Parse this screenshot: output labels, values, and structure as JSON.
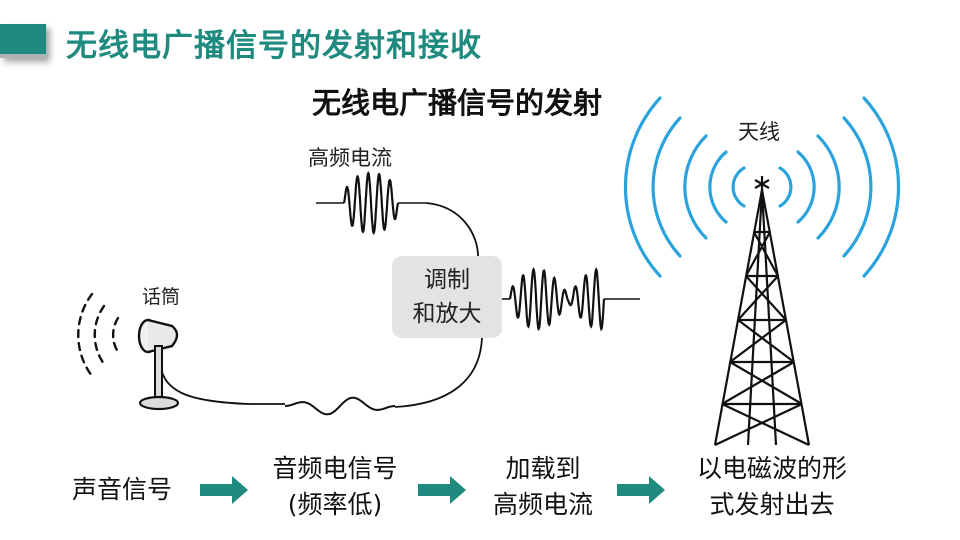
{
  "header": {
    "title": "无线电广播信号的发射和接收",
    "subtitle": "无线电广播信号的发射",
    "accent_color": "#1e8a80"
  },
  "diagram": {
    "hf_label": "高频电流",
    "mic_label": "话筒",
    "antenna_label": "天线",
    "modulation_box": {
      "line1": "调制",
      "line2": "和放大"
    },
    "wave_color": "#2aa3dd",
    "icons": [
      "microphone-icon",
      "sound-waves-icon",
      "antenna-tower-icon",
      "radio-waves-icon",
      "arrow-right-icon"
    ]
  },
  "flow": {
    "step1": "声音信号",
    "step2_line1": "音频电信号",
    "step2_line2": "(频率低)",
    "step3_line1": "加载到",
    "step3_line2": "高频电流",
    "step4_line1": "以电磁波的形",
    "step4_line2": "式发射出去",
    "arrow_color": "#1e8a80"
  }
}
